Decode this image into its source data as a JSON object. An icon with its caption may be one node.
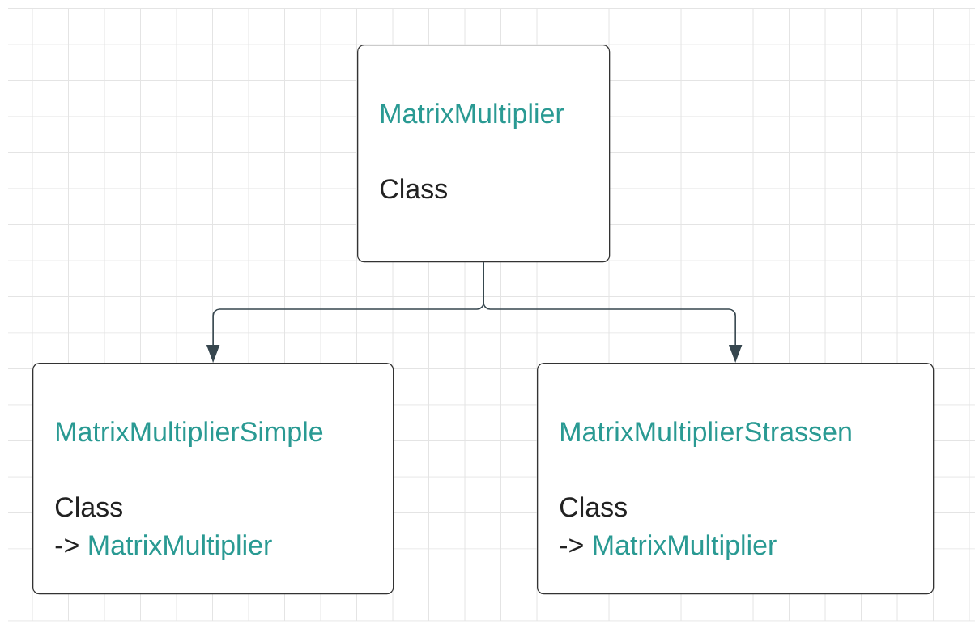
{
  "diagram": {
    "nodes": [
      {
        "text": [
          "MatrixMultiplier",
          "Class"
        ]
      },
      {
        "text": [
          "MatrixMultiplierSimple",
          "Class",
          "->",
          "MatrixMultiplier"
        ]
      },
      {
        "text": [
          "MatrixMultiplierStrassen",
          "Class",
          "->",
          "MatrixMultiplier"
        ]
      }
    ],
    "edges": [
      {
        "from": 0,
        "to": 1,
        "arrow": "to"
      },
      {
        "from": 0,
        "to": 2,
        "arrow": "to"
      }
    ]
  }
}
